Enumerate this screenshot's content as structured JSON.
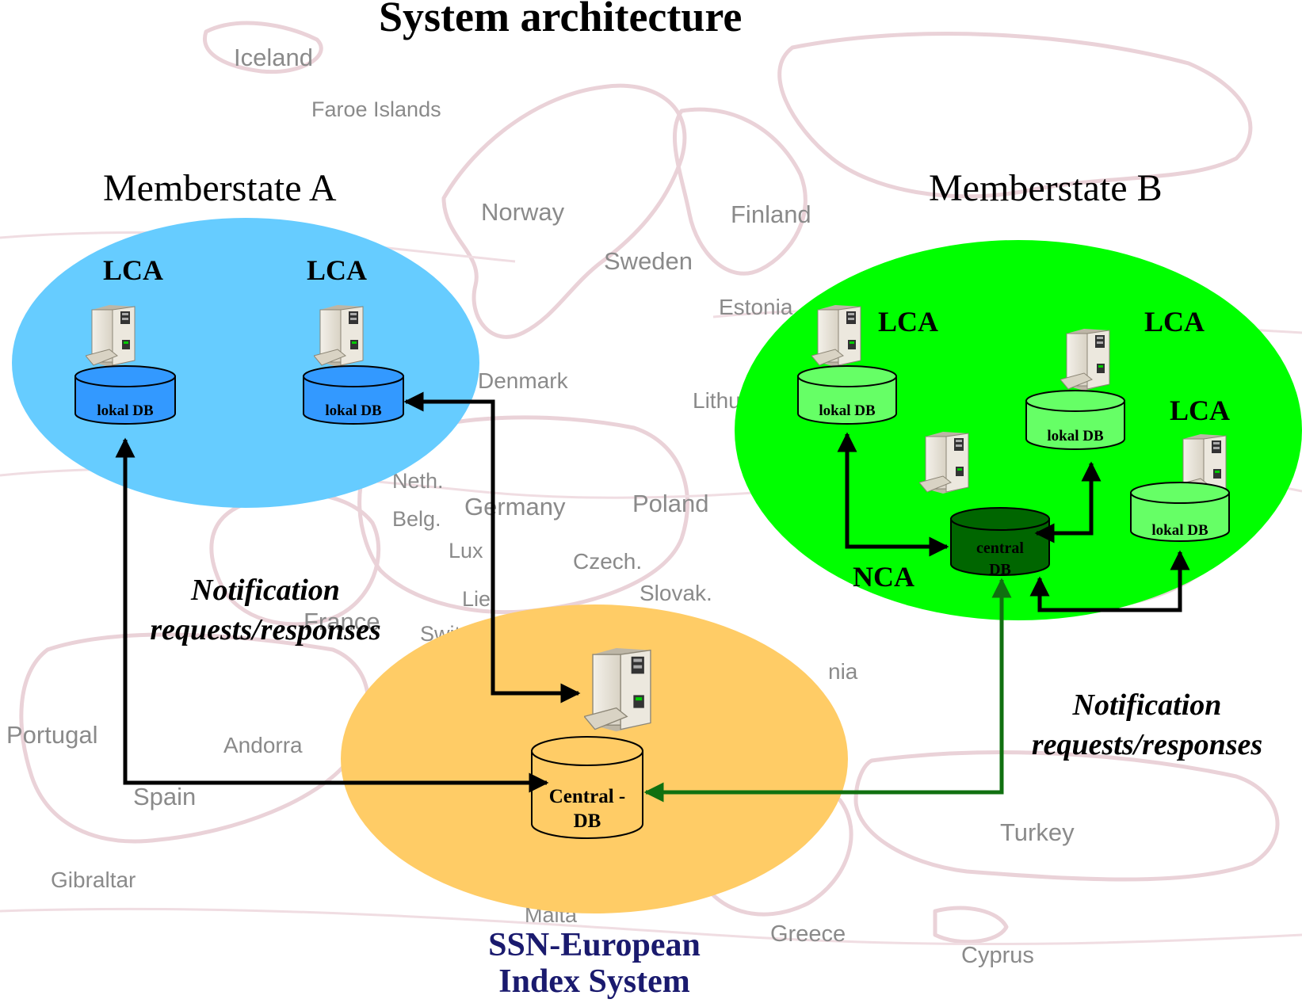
{
  "title": "System architecture",
  "map_labels": [
    {
      "key": "iceland",
      "text": "Iceland"
    },
    {
      "key": "faroe",
      "text": "Faroe Islands"
    },
    {
      "key": "norway",
      "text": "Norway"
    },
    {
      "key": "finland",
      "text": "Finland"
    },
    {
      "key": "sweden",
      "text": "Sweden"
    },
    {
      "key": "estonia",
      "text": "Estonia"
    },
    {
      "key": "denmark",
      "text": "Denmark"
    },
    {
      "key": "lithu",
      "text": "Lithu"
    },
    {
      "key": "neth",
      "text": "Neth."
    },
    {
      "key": "belg",
      "text": "Belg."
    },
    {
      "key": "germany",
      "text": "Germany"
    },
    {
      "key": "poland",
      "text": "Poland"
    },
    {
      "key": "lux",
      "text": "Lux"
    },
    {
      "key": "czech",
      "text": "Czech."
    },
    {
      "key": "slovak",
      "text": "Slovak."
    },
    {
      "key": "lie",
      "text": "Lie."
    },
    {
      "key": "france",
      "text": "France"
    },
    {
      "key": "switz",
      "text": "Switz"
    },
    {
      "key": "portugal",
      "text": "Portugal"
    },
    {
      "key": "andorra",
      "text": "Andorra"
    },
    {
      "key": "spain",
      "text": "Spain"
    },
    {
      "key": "gibraltar",
      "text": "Gibraltar"
    },
    {
      "key": "malta",
      "text": "Malta"
    },
    {
      "key": "greece",
      "text": "Greece"
    },
    {
      "key": "cyprus",
      "text": "Cyprus"
    },
    {
      "key": "turkey",
      "text": "Turkey"
    },
    {
      "key": "romania",
      "text": "nia"
    }
  ],
  "memberstate_a": {
    "label": "Memberstate  A",
    "lca_left": "LCA",
    "lca_right": "LCA",
    "db_left": "lokal DB",
    "db_right": "lokal DB",
    "color": "#66ccff"
  },
  "memberstate_b": {
    "label": "Memberstate  B",
    "lca_1": "LCA",
    "lca_2": "LCA",
    "lca_3": "LCA",
    "nca": "NCA",
    "db_1": "lokal DB",
    "db_2": "lokal DB",
    "db_3": "lokal DB",
    "central_db_line1": "central",
    "central_db_line2": "DB",
    "color": "#00ff00"
  },
  "central": {
    "db_line1": "Central -",
    "db_line2": "DB",
    "name_line1": "SSN-European",
    "name_line2": "Index System",
    "color": "#ffcc66"
  },
  "notes": {
    "left_line1": "Notification",
    "left_line2": "requests/responses",
    "right_line1": "Notification",
    "right_line2": "requests/responses"
  },
  "arrow_colors": {
    "black": "#000000",
    "green": "#107010"
  }
}
